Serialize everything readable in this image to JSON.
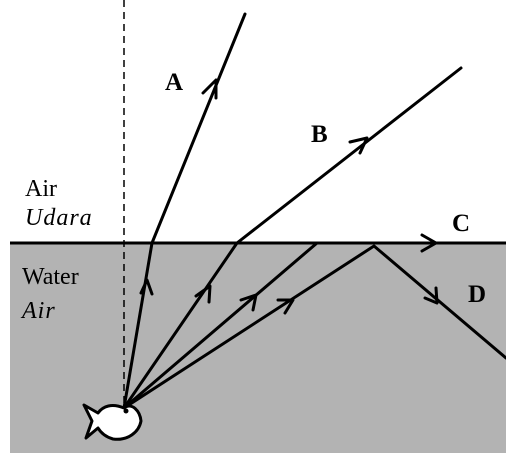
{
  "media_labels": {
    "air_en": "Air",
    "air_ms": "Udara",
    "water_en": "Water",
    "water_ms": "Air"
  },
  "ray_labels": {
    "a": "A",
    "b": "B",
    "c": "C",
    "d": "D"
  },
  "colors": {
    "water": "#b3b3b3",
    "ink": "#000000",
    "background": "#ffffff"
  },
  "icons": {
    "source": "fish-icon",
    "normal": "dashed-normal-line"
  }
}
